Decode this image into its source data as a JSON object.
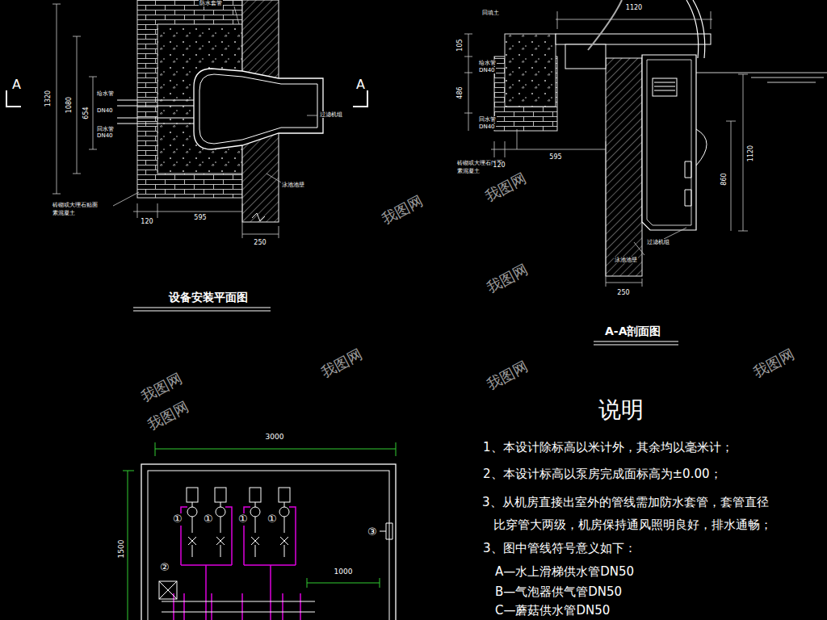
{
  "diagram": {
    "labels": [
      "A",
      "A",
      "1320",
      "1080",
      "654",
      "给水管",
      "DN40",
      "回水管",
      "DN40",
      "防水套管",
      "过滤机组",
      "泳池池壁",
      "砖砌或大理石贴面",
      "素混凝土",
      "120",
      "595",
      "250",
      "设备安装平面图",
      "1120",
      "回填土",
      "105",
      "486",
      "给水管",
      "DN40",
      "回水管",
      "DN40",
      "砖砌或大理石贴面",
      "素混凝土",
      "120",
      "595",
      "1120",
      "860",
      "过滤机组",
      "泳池池壁",
      "250",
      "A-A剖面图",
      "3000",
      "1500",
      "1000",
      "①",
      "①",
      "①",
      "①",
      "②",
      "③",
      "说明",
      "1、本设计除标高以米计外，其余均以毫米计；",
      "2、本设计标高以泵房完成面标高为±0.00；",
      "3、从机房直接出室外的管线需加防水套管，套管直径 比穿管大两级，机房保持通风照明良好，排水通畅；",
      "3、图中管线符号意义如下：",
      "A—水上滑梯供水管DN50",
      "B—气泡器供气管DN50",
      "C—蘑菇供水管DN50",
      "我图网",
      "我图网",
      "我图网",
      "我图网",
      "我图网",
      "我图网",
      "我图网",
      "我图网"
    ]
  }
}
